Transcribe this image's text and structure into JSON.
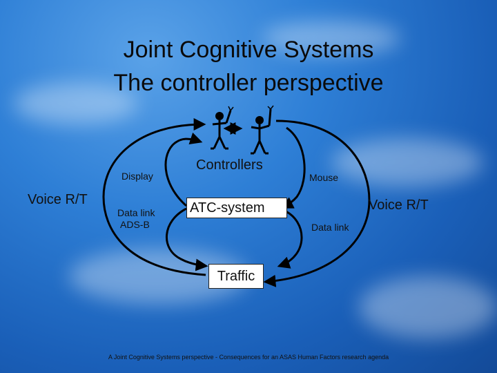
{
  "title": {
    "line1": "Joint Cognitive Systems",
    "line2": "The controller perspective"
  },
  "labels": {
    "display": "Display",
    "controllers": "Controllers",
    "mouse": "Mouse",
    "voice_rt_left": "Voice R/T",
    "voice_rt_right": "Voice R/T",
    "data_link_ads_b_line1": "Data link",
    "data_link_ads_b_line2": "ADS-B",
    "data_link_right": "Data link"
  },
  "boxes": {
    "atc_system": "ATC-system",
    "traffic": "Traffic"
  },
  "footer": "A Joint Cognitive Systems perspective - Consequences for an ASAS Human Factors research agenda",
  "icons": [
    "controller-figure-icon",
    "controller-figure-icon"
  ]
}
